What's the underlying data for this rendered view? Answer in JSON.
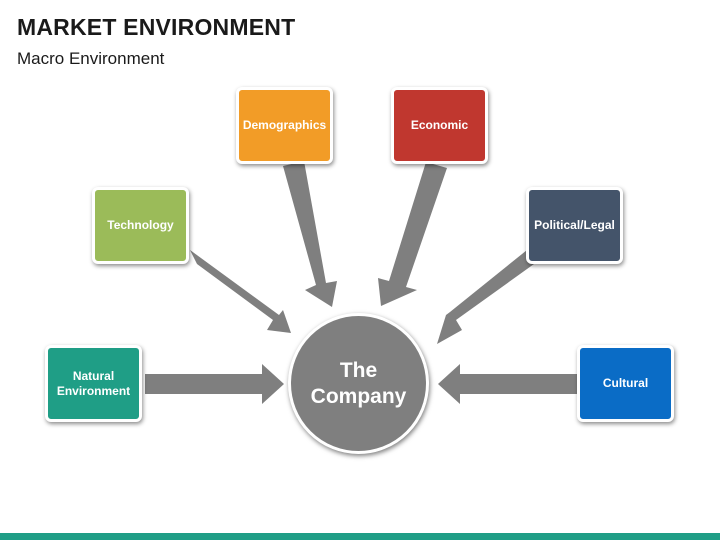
{
  "title": "MARKET ENVIRONMENT",
  "subtitle": "Macro Environment",
  "center": {
    "label": "The\nCompany",
    "color": "#7f7f7f"
  },
  "factors": [
    {
      "key": "demographics",
      "label": "Demographics",
      "color": "#f29c27"
    },
    {
      "key": "economic",
      "label": "Economic",
      "color": "#c0372f"
    },
    {
      "key": "technology",
      "label": "Technology",
      "color": "#9bbb59"
    },
    {
      "key": "political",
      "label": "Political/Legal",
      "color": "#44546a"
    },
    {
      "key": "natural",
      "label": "Natural\nEnvironment",
      "color": "#1f9e86"
    },
    {
      "key": "cultural",
      "label": "Cultural",
      "color": "#0a6cc6"
    }
  ],
  "colors": {
    "arrow": "#7f7f7f",
    "footer": "#1f9e86"
  }
}
